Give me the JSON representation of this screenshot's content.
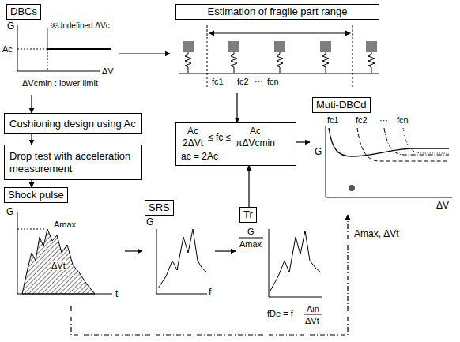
{
  "diagram": {
    "nodes": [
      {
        "text": [
          "DBCs"
        ]
      },
      {
        "text": [
          "Estimation of fragile part range"
        ]
      },
      {
        "text": [
          "Cushioning design using Ac"
        ]
      },
      {
        "text": [
          "Drop test with acceleration measurement"
        ]
      },
      {
        "text": [
          "Shock pulse"
        ]
      },
      {
        "text": [
          "SRS"
        ]
      },
      {
        "text": [
          "Tr"
        ]
      },
      {
        "text": [
          "Ac",
          "2ΔVt",
          "≤ fc ≤",
          "Ac",
          "πΔVcmin",
          "ac = 2Ac"
        ]
      },
      {
        "text": [
          "Muti-DBCd"
        ]
      }
    ],
    "edges": [
      {
        "from": 0,
        "to": 1,
        "arrow": "to"
      },
      {
        "from": 0,
        "to": 2,
        "arrow": "to"
      },
      {
        "from": 2,
        "to": 3,
        "arrow": "to"
      },
      {
        "from": 3,
        "to": 4,
        "arrow": "to"
      },
      {
        "from": 4,
        "to": 5,
        "arrow": "to"
      },
      {
        "from": 5,
        "to": 6,
        "arrow": "to"
      },
      {
        "from": 6,
        "to": 7,
        "arrow": "to"
      },
      {
        "from": 1,
        "to": 7,
        "arrow": "to"
      },
      {
        "from": 7,
        "to": 8,
        "arrow": "to"
      },
      {
        "from": 4,
        "to": 8,
        "arrow": "to",
        "label": "Amax, ΔVt"
      }
    ],
    "labels": [
      "G",
      "Ac",
      "※Undefined ΔVc",
      "ΔV",
      "ΔVcmin : lower limit",
      "fc1",
      "fc2",
      "···",
      "fcn",
      "G",
      "Amax",
      "ΔVt",
      "t",
      "G",
      "f",
      "G",
      "Amax",
      "fDe = f",
      "Ain",
      "ΔVt",
      "G",
      "fc1",
      "fc2",
      "···",
      "fcn",
      "ΔV"
    ]
  }
}
